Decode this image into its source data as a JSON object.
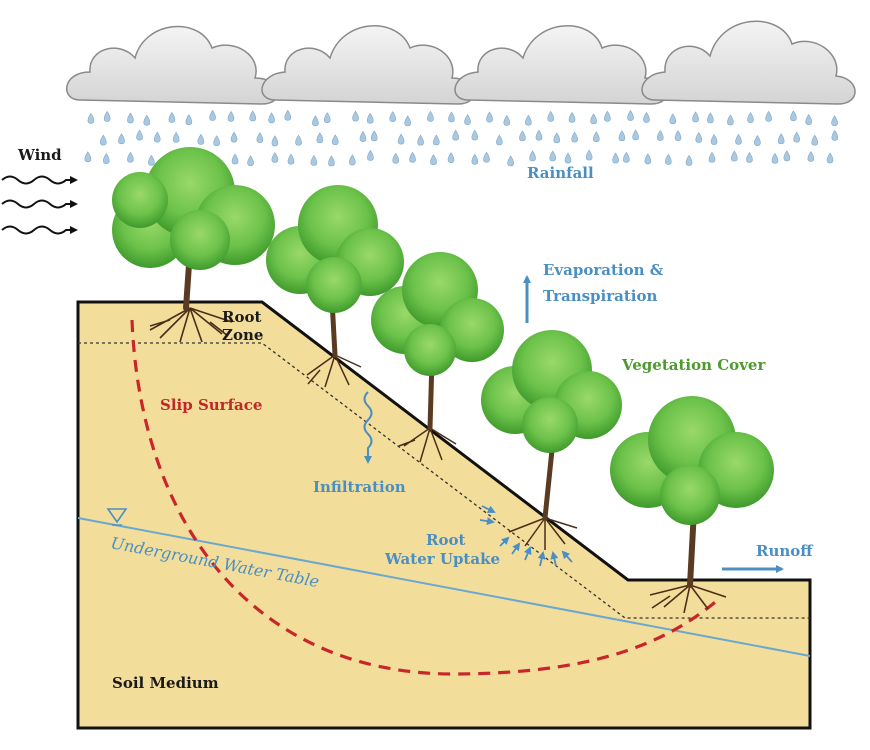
{
  "labels": {
    "wind": "Wind",
    "rainfall": "Rainfall",
    "evap_line1": "Evaporation &",
    "evap_line2": "Transpiration",
    "vegetation": "Vegetation Cover",
    "root_zone_line1": "Root",
    "root_zone_line2": "Zone",
    "slip_surface": "Slip Surface",
    "infiltration": "Infiltration",
    "root_uptake_line1": "Root",
    "root_uptake_line2": "Water Uptake",
    "water_table": "Underground Water Table",
    "runoff": "Runoff",
    "soil_medium": "Soil Medium"
  },
  "colors": {
    "soil": "#f3dd9a",
    "blue_text": "#4a8fc4",
    "green_text": "#4e9a2e",
    "red_text": "#c0282a",
    "black_text": "#1a1a1a",
    "water_table_line": "#6aa8d0",
    "slip_line": "#c8262a",
    "cloud_fill": "#e8e8e8",
    "rain_drop": "#a9c9e3",
    "tree_canopy": "#6cc24a",
    "tree_trunk": "#5a3b22"
  }
}
